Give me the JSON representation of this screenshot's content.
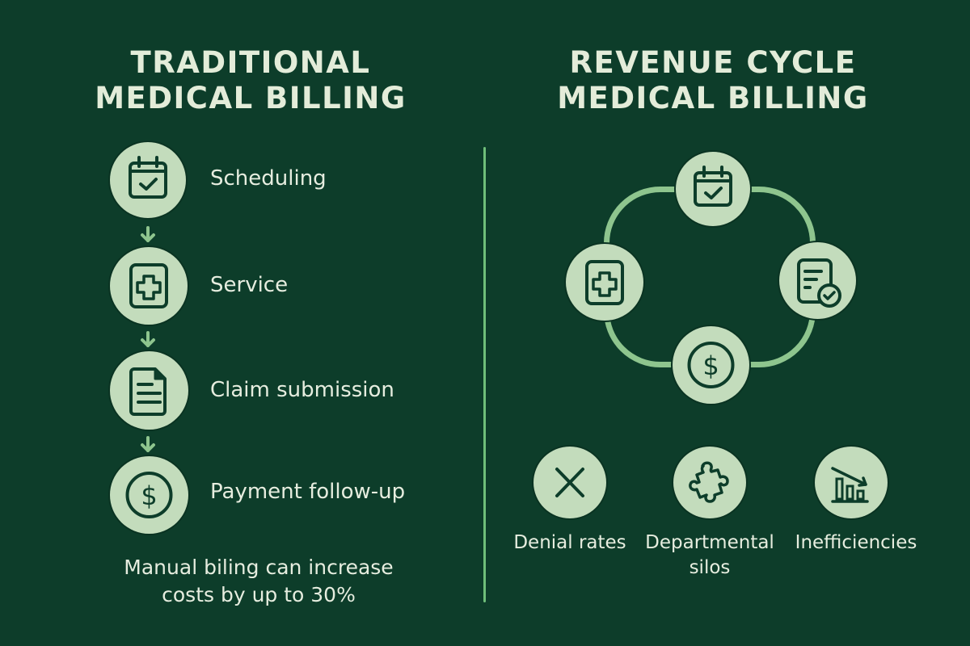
{
  "colors": {
    "background": "#0d3d2a",
    "circle_fill": "#c3dcbc",
    "icon_stroke": "#0d3d2a",
    "accent_line": "#8ec58e",
    "divider": "#6fbf7a",
    "text": "#e6eddf"
  },
  "left_panel": {
    "title_line1": "TRADITIONAL",
    "title_line2": "MEDICAL BILLING",
    "steps": [
      {
        "label": "Scheduling",
        "icon": "calendar-check-icon"
      },
      {
        "label": "Service",
        "icon": "medical-cross-icon"
      },
      {
        "label": "Claim submission",
        "icon": "document-icon"
      },
      {
        "label": "Payment follow-up",
        "icon": "dollar-coin-icon"
      }
    ],
    "note_line1": "Manual biling can increase",
    "note_line2": "costs by up to 30%"
  },
  "right_panel": {
    "title_line1": "REVENUE CYCLE",
    "title_line2": "MEDICAL BILLING",
    "cycle_nodes": [
      {
        "position": "top",
        "icon": "calendar-check-icon"
      },
      {
        "position": "right",
        "icon": "document-approved-icon"
      },
      {
        "position": "bottom",
        "icon": "dollar-coin-icon"
      },
      {
        "position": "left",
        "icon": "medical-cross-icon"
      }
    ],
    "issues": [
      {
        "label_line1": "Denial rates",
        "label_line2": "",
        "icon": "x-icon"
      },
      {
        "label_line1": "Departmental",
        "label_line2": "silos",
        "icon": "puzzle-piece-icon"
      },
      {
        "label_line1": "Inefficiencies",
        "label_line2": "",
        "icon": "declining-chart-icon"
      }
    ]
  }
}
